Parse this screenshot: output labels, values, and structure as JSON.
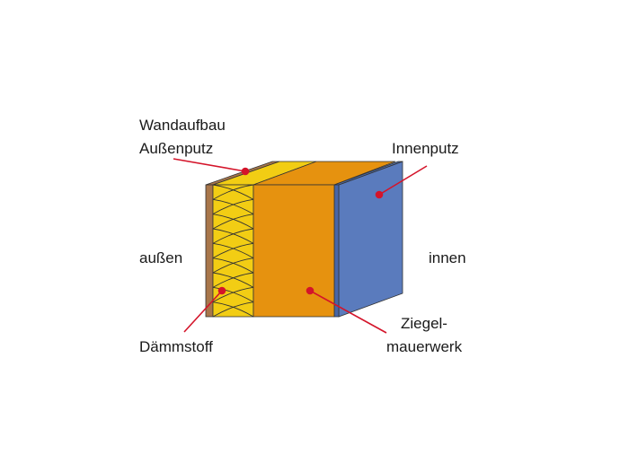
{
  "title": "Wandaufbau",
  "labels": {
    "aussenputz": "Außenputz",
    "innenputz": "Innenputz",
    "aussen": "außen",
    "innen": "innen",
    "daemmstoff": "Dämmstoff",
    "ziegel_line1": "Ziegel-",
    "ziegel_line2": "mauerwerk"
  },
  "colors": {
    "aussenputz": "#a8764a",
    "daemmstoff": "#f2cd14",
    "ziegel": "#e6920f",
    "innenputz": "#5a7bbd",
    "pointer": "#d4142a"
  }
}
